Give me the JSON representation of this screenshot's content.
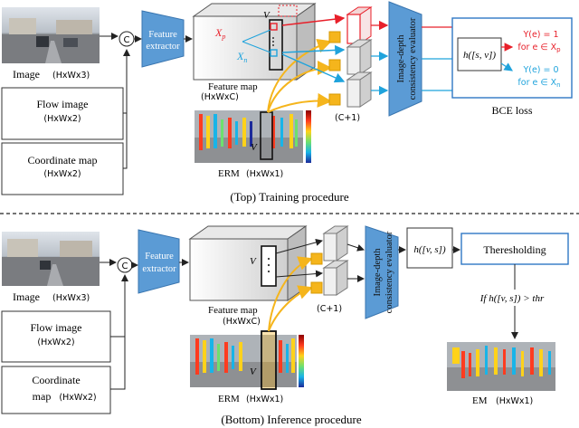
{
  "top": {
    "input_image": {
      "label": "Image",
      "dims": "(HxWx3)"
    },
    "flow_image": {
      "label": "Flow image",
      "dims": "(HxWx2)"
    },
    "coord_map": {
      "label": "Coordinate map",
      "dims": "(HxWx2)"
    },
    "concat_symbol": "C",
    "feature_extractor": {
      "line1": "Feature",
      "line2": "extractor"
    },
    "feature_map": {
      "label": "Feature map",
      "dims": "(HxWxC)"
    },
    "v_label": "V",
    "xp_label": "X",
    "xp_sub": "p",
    "xn_label": "X",
    "xn_sub": "n",
    "erm": {
      "label": "ERM",
      "dims": "(HxWx1)"
    },
    "channel_note": "(C+1)",
    "evaluator": {
      "line1": "Image-depth",
      "line2": "consistency evaluator"
    },
    "bce": {
      "func": "h([s, v])",
      "pos_cond": "Y(e) = 1",
      "pos_for": "for e ∈ X",
      "pos_sub": "p",
      "neg_cond": "Y(e) = 0",
      "neg_for": "for e ∈ X",
      "neg_sub": "n",
      "label": "BCE loss"
    },
    "caption": "(Top) Training procedure"
  },
  "bottom": {
    "input_image": {
      "label": "Image",
      "dims": "(HxWx3)"
    },
    "flow_image": {
      "label": "Flow image",
      "dims": "(HxWx2)"
    },
    "coord_map": {
      "line1": "Coordinate",
      "line2": "map",
      "dims": "(HxWx2)"
    },
    "concat_symbol": "C",
    "feature_extractor": {
      "line1": "Feature",
      "line2": "extractor"
    },
    "feature_map": {
      "label": "Feature map",
      "dims": "(HxWxC)"
    },
    "v_label": "V",
    "erm": {
      "label": "ERM",
      "dims": "(HxWx1)"
    },
    "channel_note": "(C+1)",
    "evaluator": {
      "line1": "Image-depth",
      "line2": "consistency evaluator"
    },
    "func": "h([v, s])",
    "thresholding": "Theresholding",
    "if_text": "If h([v, s]) > thr",
    "em": {
      "label": "EM",
      "dims": "(HxWx1)"
    },
    "caption": "(Bottom) Inference procedure"
  },
  "colors": {
    "positive": "#e8202a",
    "negative": "#1fa3dc",
    "feature_highlight": "#f5b51c",
    "extractor_fill": "#5b9bd5",
    "cube_face": "#d9d9d9",
    "bce_border": "#2f78c4"
  }
}
